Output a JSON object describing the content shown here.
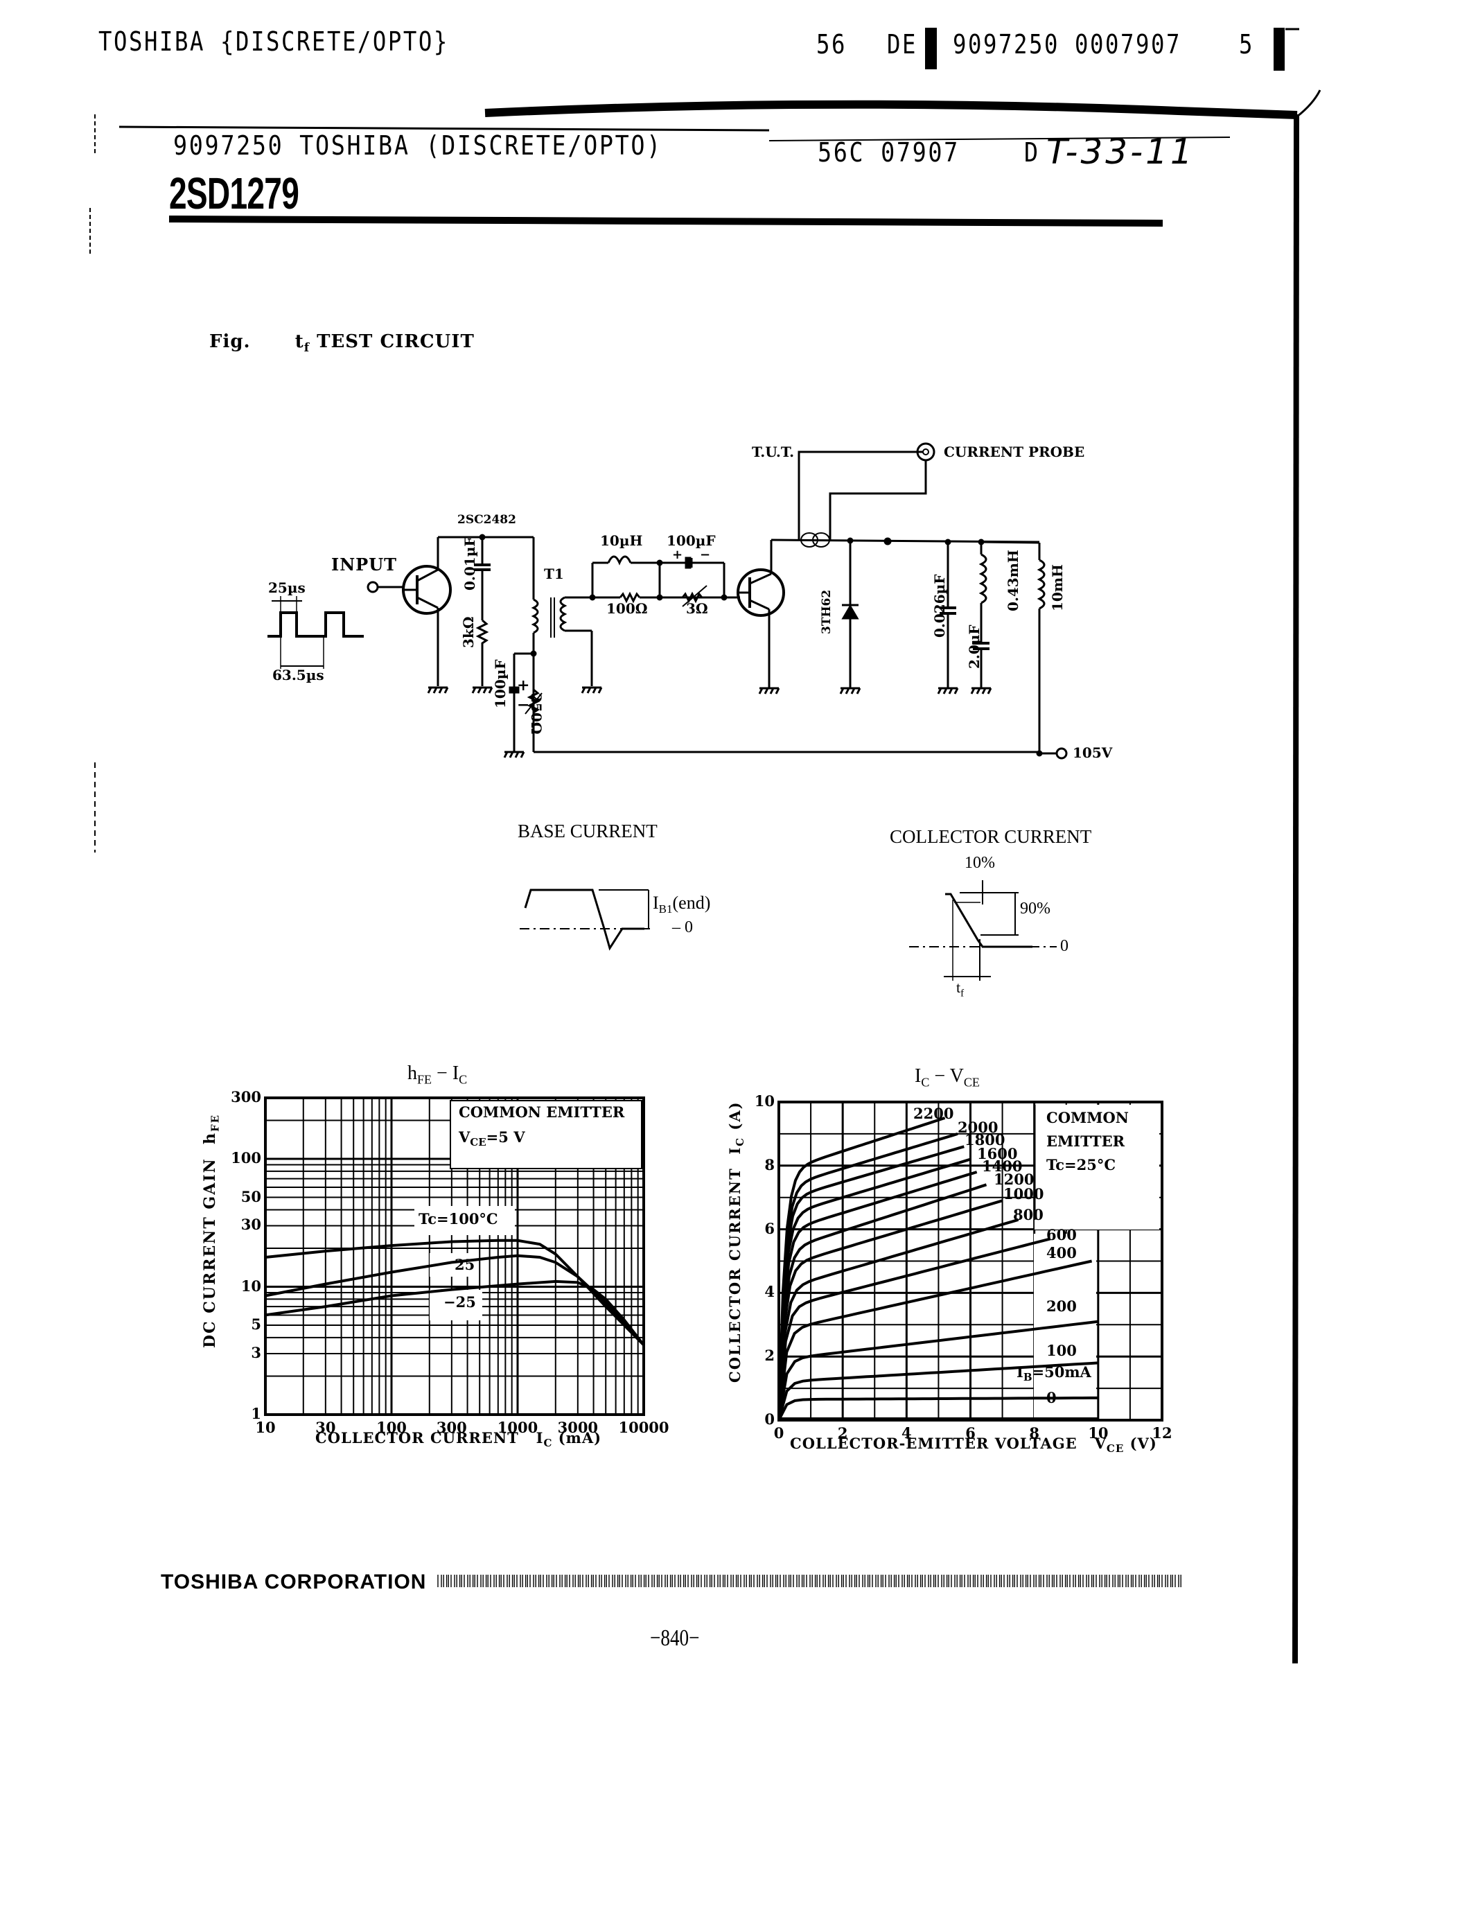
{
  "scan_header": {
    "left": "TOSHIBA {DISCRETE/OPTO}",
    "code_prefix": "56",
    "code_de": "DE",
    "code_number": "9097250 0007907",
    "code_suffix": "5"
  },
  "doc_header": {
    "line": "9097250 TOSHIBA (DISCRETE/OPTO)",
    "ref": "56C 07907",
    "ref_d": "D",
    "handwritten": "T-33-11",
    "part_number": "2SD1279"
  },
  "figure": {
    "caption_prefix": "Fig.",
    "caption_tf": "t",
    "caption_tf_sub": "f",
    "caption_title": "TEST CIRCUIT"
  },
  "circuit": {
    "input_label": "INPUT",
    "pulse_width": "25µs",
    "pulse_period": "63.5µs",
    "driver_transistor": "2SC2482",
    "c1": "0.01µF",
    "r1": "3kΩ",
    "c2": "100µF",
    "vr1": "250Ω",
    "transformer": "T1",
    "l1": "10µH",
    "c3": "100µF",
    "c3_plus": "+",
    "c3_minus": "−",
    "r2": "100Ω",
    "vr2": "3Ω",
    "tut": "T.U.T.",
    "probe": "CURRENT PROBE",
    "diode": "3TH62",
    "c4": "0.026µF",
    "c5": "2.0µF",
    "l2": "0.43mH",
    "l3": "10mH",
    "supply": "105V"
  },
  "waveforms": {
    "base": {
      "title": "BASE CURRENT",
      "label_main": "I",
      "label_sub": "B1",
      "label_tail": "(end)",
      "zero": "0"
    },
    "collector": {
      "title": "COLLECTOR CURRENT",
      "pct_top": "10%",
      "pct_mid": "90%",
      "zero": "0",
      "tf_main": "t",
      "tf_sub": "f"
    }
  },
  "chart_data": [
    {
      "type": "line",
      "title": "hFE − IC",
      "title_main": "h",
      "title_sub": "FE",
      "title_dash": "−",
      "title_main2": "I",
      "title_sub2": "C",
      "xlabel": "COLLECTOR CURRENT",
      "xlabel_sym": "I",
      "xlabel_sub": "C",
      "xlabel_unit": "(mA)",
      "ylabel": "DC CURRENT GAIN",
      "ylabel_sym": "h",
      "ylabel_sub": "FE",
      "xscale": "log",
      "yscale": "log",
      "xlim": [
        10,
        10000
      ],
      "ylim": [
        1,
        300
      ],
      "x_ticks": [
        "10",
        "30",
        "100",
        "300",
        "1000",
        "3000",
        "10000"
      ],
      "y_ticks": [
        "1",
        "3",
        "5",
        "10",
        "30",
        "50",
        "100",
        "300"
      ],
      "grid": true,
      "annotation_1": "COMMON EMITTER",
      "annotation_2_main": "V",
      "annotation_2_sub": "CE",
      "annotation_2_tail": "=5 V",
      "series": [
        {
          "name": "Tc=100°C",
          "label": "Tc=100°C",
          "x": [
            10,
            30,
            100,
            300,
            700,
            1000,
            1500,
            2000,
            3000,
            5000,
            7000,
            10000
          ],
          "y": [
            17,
            19,
            21,
            22.5,
            23,
            23,
            21.5,
            18,
            12,
            7,
            5,
            3.5
          ]
        },
        {
          "name": "25°C",
          "label": "25",
          "x": [
            10,
            30,
            100,
            300,
            700,
            1000,
            1500,
            2000,
            3000,
            5000,
            7000,
            10000
          ],
          "y": [
            8.5,
            10.5,
            13,
            15.5,
            17,
            17.5,
            17,
            15.5,
            12,
            7.5,
            5.2,
            3.5
          ]
        },
        {
          "name": "-25°C",
          "label": "−25",
          "x": [
            10,
            30,
            100,
            300,
            1000,
            2000,
            3000,
            4000,
            5000,
            7000,
            10000
          ],
          "y": [
            6,
            7,
            8.5,
            9.5,
            10.5,
            11,
            10.8,
            9.5,
            8,
            5.5,
            3.5
          ]
        }
      ]
    },
    {
      "type": "line",
      "title": "IC − VCE",
      "title_main": "I",
      "title_sub": "C",
      "title_dash": "−",
      "title_main2": "V",
      "title_sub2": "CE",
      "xlabel": "COLLECTOR-EMITTER VOLTAGE",
      "xlabel_sym": "V",
      "xlabel_sub": "CE",
      "xlabel_unit": "(V)",
      "ylabel": "COLLECTOR CURRENT",
      "ylabel_sym": "I",
      "ylabel_sub": "C",
      "ylabel_unit": "(A)",
      "xlim": [
        0,
        12
      ],
      "ylim": [
        0,
        10
      ],
      "x_ticks": [
        "0",
        "2",
        "4",
        "6",
        "8",
        "10",
        "12"
      ],
      "y_ticks": [
        "0",
        "2",
        "4",
        "6",
        "8",
        "10"
      ],
      "grid": true,
      "annotation_1": "COMMON",
      "annotation_2": "EMITTER",
      "annotation_3": "Tc=25°C",
      "ib_label_main": "I",
      "ib_label_sub": "B",
      "ib_label_tail": "=50mA",
      "series": [
        {
          "name": "IB=2200mA",
          "label": "2200",
          "end_x": 5.2,
          "sat": 7.8,
          "end_y": 9.5
        },
        {
          "name": "IB=2000mA",
          "label": "2000",
          "end_x": 5.6,
          "sat": 7.3,
          "end_y": 9.0
        },
        {
          "name": "IB=1800mA",
          "label": "1800",
          "end_x": 5.8,
          "sat": 6.9,
          "end_y": 8.6
        },
        {
          "name": "IB=1600mA",
          "label": "1600",
          "end_x": 6.0,
          "sat": 6.4,
          "end_y": 8.2
        },
        {
          "name": "IB=1400mA",
          "label": "1400",
          "end_x": 6.2,
          "sat": 5.9,
          "end_y": 7.8
        },
        {
          "name": "IB=1200mA",
          "label": "1200",
          "end_x": 6.5,
          "sat": 5.3,
          "end_y": 7.4
        },
        {
          "name": "IB=1000mA",
          "label": "1000",
          "end_x": 7.0,
          "sat": 4.8,
          "end_y": 6.9
        },
        {
          "name": "IB=800mA",
          "label": "800",
          "end_x": 7.5,
          "sat": 4.1,
          "end_y": 6.3
        },
        {
          "name": "IB=600mA",
          "label": "600",
          "end_x": 8.5,
          "sat": 3.5,
          "end_y": 5.7
        },
        {
          "name": "IB=400mA",
          "label": "400",
          "end_x": 9.8,
          "sat": 2.8,
          "end_y": 5.0
        },
        {
          "name": "IB=200mA",
          "label": "200",
          "end_x": 10.0,
          "sat": 1.9,
          "end_y": 3.1
        },
        {
          "name": "IB=100mA",
          "label": "100",
          "end_x": 10.0,
          "sat": 1.2,
          "end_y": 1.8
        },
        {
          "name": "IB=50mA",
          "label": "50mA",
          "end_x": 10.0,
          "sat": 0.65,
          "end_y": 0.7
        },
        {
          "name": "IB=0",
          "label": "0",
          "end_x": 10.0,
          "sat": 0.0,
          "end_y": 0.0
        }
      ]
    }
  ],
  "footer": {
    "company": "TOSHIBA CORPORATION",
    "page": "−840−"
  }
}
